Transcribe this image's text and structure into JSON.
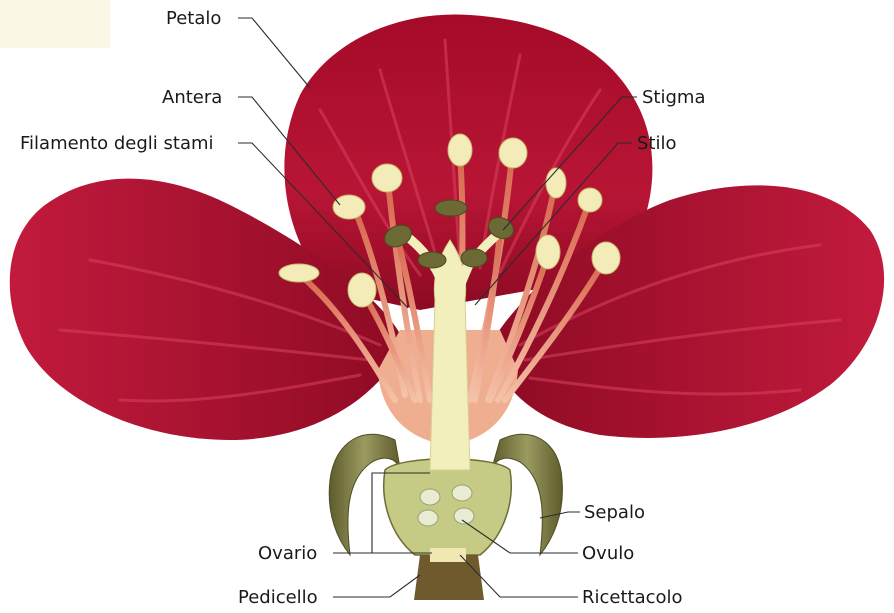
{
  "labels": {
    "petalo": "Petalo",
    "antera": "Antera",
    "filamento": "Filamento degli stami",
    "stigma": "Stigma",
    "stilo": "Stilo",
    "sepalo": "Sepalo",
    "ovario": "Ovario",
    "ovulo": "Ovulo",
    "pedicello": "Pedicello",
    "ricettacolo": "Ricettacolo"
  },
  "colors": {
    "petal": "#b0102e",
    "petal_dark": "#7e0a20",
    "petal_vein": "#d43a56",
    "filament": "#e89478",
    "anther": "#f3ecb8",
    "stigma": "#6b6a35",
    "pistil": "#f4f0c0",
    "sepal": "#7a7a42",
    "ovary": "#c9cf8a",
    "ovule": "#e6ead0"
  }
}
